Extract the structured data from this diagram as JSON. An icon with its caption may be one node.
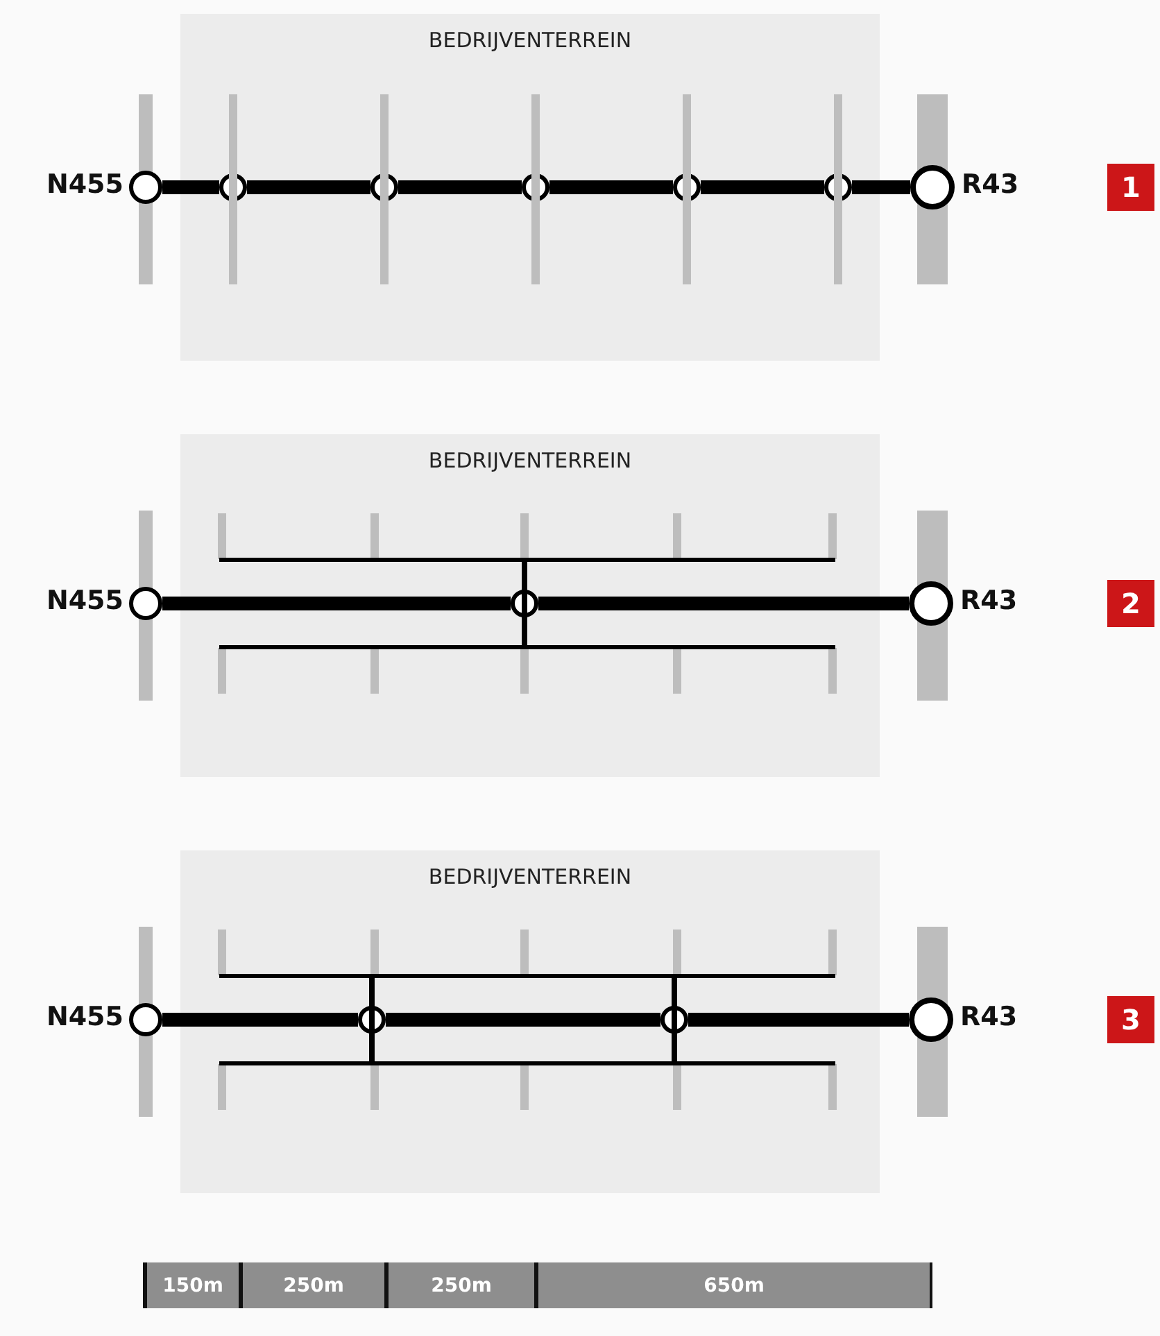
{
  "diagram": {
    "nodes": [
      {
        "text": [
          "BEDRIJVENTERREIN"
        ]
      },
      {
        "text": [],
        "shape": "circle",
        "beside": [
          "N455"
        ]
      },
      {
        "text": [],
        "shape": "circle",
        "in": 0
      },
      {
        "text": [],
        "shape": "circle",
        "in": 0
      },
      {
        "text": [],
        "shape": "circle",
        "in": 0
      },
      {
        "text": [],
        "shape": "circle",
        "in": 0
      },
      {
        "text": [],
        "shape": "circle",
        "in": 0
      },
      {
        "text": [],
        "shape": "circle",
        "beside": [
          "R43"
        ]
      },
      {
        "text": [
          "1"
        ]
      },
      {
        "text": [
          "BEDRIJVENTERREIN"
        ]
      },
      {
        "text": [],
        "shape": "circle",
        "beside": [
          "N455"
        ]
      },
      {
        "text": [],
        "shape": "circle",
        "in": 9
      },
      {
        "text": [],
        "shape": "circle",
        "beside": [
          "R43"
        ]
      },
      {
        "text": [
          "2"
        ]
      },
      {
        "text": [
          "BEDRIJVENTERREIN"
        ]
      },
      {
        "text": [],
        "shape": "circle",
        "beside": [
          "N455"
        ]
      },
      {
        "text": [],
        "shape": "circle",
        "in": 14
      },
      {
        "text": [],
        "shape": "circle",
        "in": 14
      },
      {
        "text": [],
        "shape": "circle",
        "beside": [
          "R43"
        ]
      },
      {
        "text": [
          "3"
        ]
      }
    ],
    "edges": [
      {
        "from": 1,
        "to": 2,
        "arrow": "none"
      },
      {
        "from": 2,
        "to": 3,
        "arrow": "none"
      },
      {
        "from": 3,
        "to": 4,
        "arrow": "none"
      },
      {
        "from": 4,
        "to": 5,
        "arrow": "none"
      },
      {
        "from": 5,
        "to": 6,
        "arrow": "none"
      },
      {
        "from": 6,
        "to": 7,
        "arrow": "none"
      },
      {
        "from": 10,
        "to": 11,
        "arrow": "none"
      },
      {
        "from": 11,
        "to": 12,
        "arrow": "none"
      },
      {
        "from": 15,
        "to": 16,
        "arrow": "none"
      },
      {
        "from": 16,
        "to": 17,
        "arrow": "none"
      },
      {
        "from": 17,
        "to": 18,
        "arrow": "none"
      }
    ],
    "labels": [
      "150m",
      "250m",
      "250m",
      "650m"
    ]
  }
}
